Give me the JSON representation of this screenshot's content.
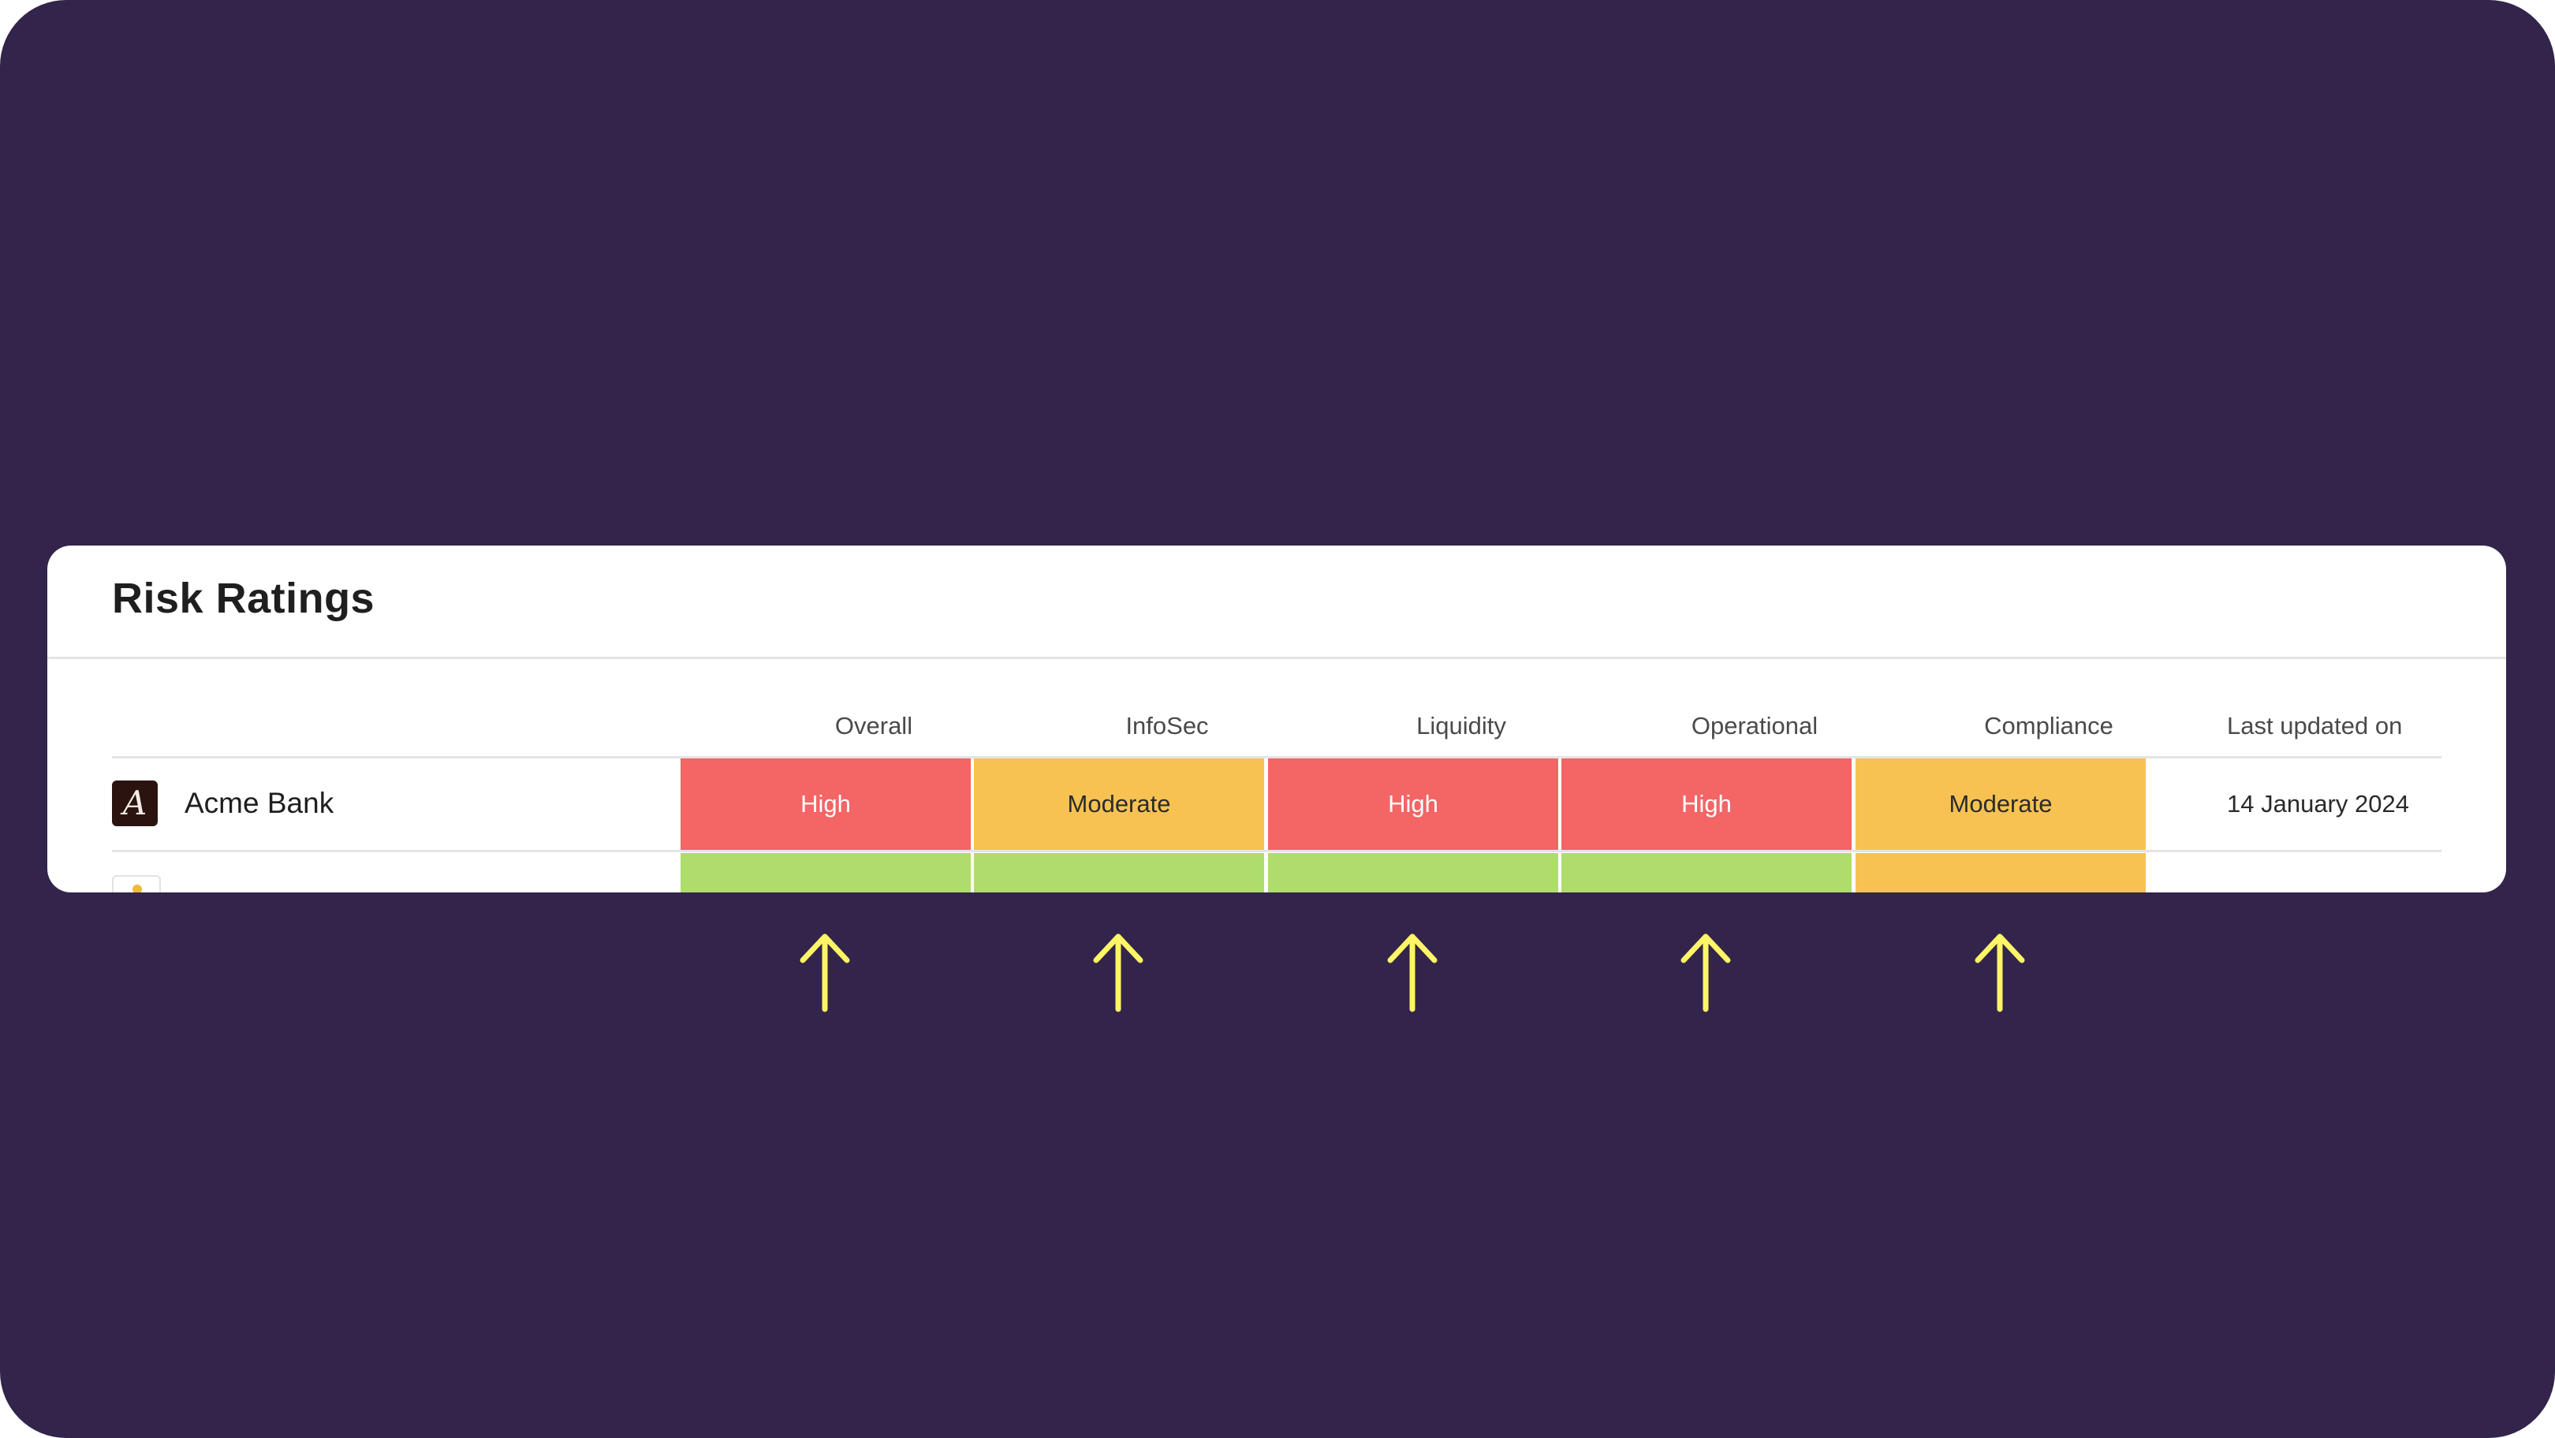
{
  "card": {
    "title": "Risk Ratings"
  },
  "columns": [
    "Overall",
    "InfoSec",
    "Liquidity",
    "Operational",
    "Compliance",
    "Last updated on"
  ],
  "rows": [
    {
      "company": "Acme Bank",
      "logo_letter": "A",
      "ratings": [
        "High",
        "Moderate",
        "High",
        "High",
        "Moderate"
      ],
      "last_updated": "14 January 2024"
    }
  ],
  "next_row_partial": {
    "colors": [
      "#aedd6e",
      "#aedd6e",
      "#aedd6e",
      "#aedd6e",
      "#f8c252"
    ]
  },
  "colors": {
    "background": "#33244b",
    "high": "#f46566",
    "moderate": "#f8c252",
    "low": "#aedd6e",
    "arrow": "#fff566"
  },
  "annotations": {
    "arrow_icon": "arrow-up-icon",
    "count": 5
  }
}
